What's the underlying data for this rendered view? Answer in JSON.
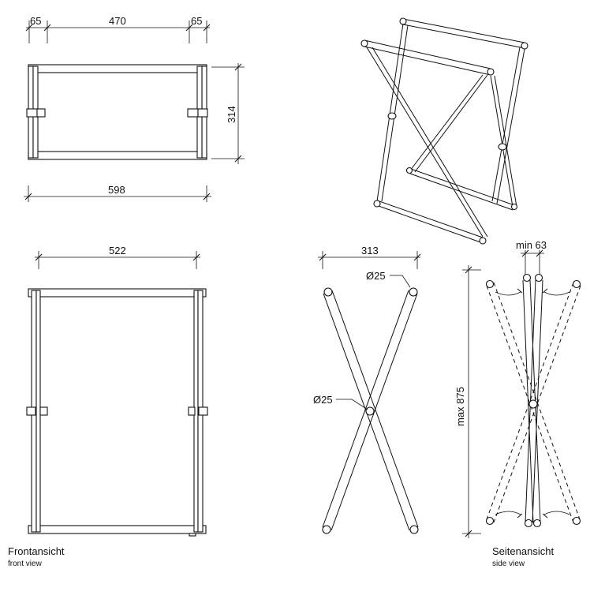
{
  "top_view": {
    "dim_left": "65",
    "dim_middle": "470",
    "dim_right": "65",
    "dim_height": "314",
    "dim_total": "598"
  },
  "front_view": {
    "dim_width": "522",
    "caption": "Frontansicht",
    "caption_en": "front view"
  },
  "cross_view": {
    "dim_width": "313",
    "dim_tube_top": "Ø25",
    "dim_tube_mid": "Ø25"
  },
  "side_view": {
    "dim_min": "min 63",
    "dim_max": "max 875",
    "caption": "Seitenansicht",
    "caption_en": "side view"
  }
}
